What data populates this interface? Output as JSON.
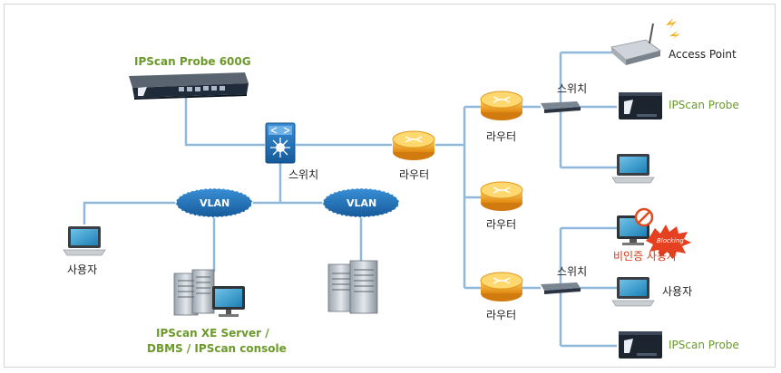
{
  "probe_top": "IPScan Probe 600G",
  "center_switch": "스위치",
  "center_router": "라우터",
  "vlan_left": "VLAN",
  "vlan_right": "VLAN",
  "user_left": "사용자",
  "server_label_1": "IPScan XE Server /",
  "server_label_2": "DBMS / IPScan console",
  "router_top": "라우터",
  "router_mid": "라우터",
  "router_bottom": "라우터",
  "switch_top": "스위치",
  "switch_bottom": "스위치",
  "access_point": "Access Point",
  "probe_right_top": "IPScan Probe",
  "probe_right_bottom": "IPScan Probe",
  "blocking_badge": "Blocking",
  "unauth_user": "비인증 사용자",
  "user_right": "사용자",
  "colors": {
    "link": "#8fb8dc",
    "accent_green": "#6b9a2a",
    "alert_red": "#d23a1a",
    "vlan": "#1e6fb3",
    "router": "#f0a020"
  }
}
